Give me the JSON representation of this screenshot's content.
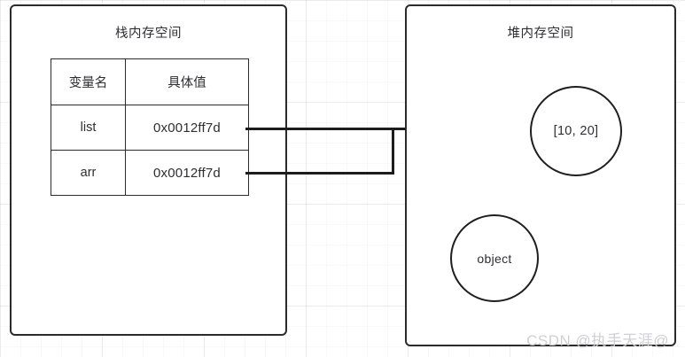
{
  "diagram": {
    "stack": {
      "title": "栈内存空间",
      "table": {
        "headers": [
          "变量名",
          "具体值"
        ],
        "rows": [
          {
            "name": "list",
            "value": "0x0012ff7d"
          },
          {
            "name": "arr",
            "value": "0x0012ff7d"
          }
        ]
      }
    },
    "heap": {
      "title": "堆内存空间",
      "nodes": [
        {
          "id": "array",
          "label": "[10, 20]"
        },
        {
          "id": "object",
          "label": "object"
        }
      ]
    },
    "edges": [
      {
        "from": "list",
        "to": "array"
      },
      {
        "from": "arr",
        "to": "array"
      }
    ]
  },
  "watermark": "CSDN @执手天涯@",
  "colors": {
    "stroke": "#1c1c1c",
    "box_border": "#2b2b2b",
    "text": "#2e2e33",
    "grid": "#e8e8ec",
    "watermark": "#cfcfd4",
    "background": "#ffffff"
  }
}
